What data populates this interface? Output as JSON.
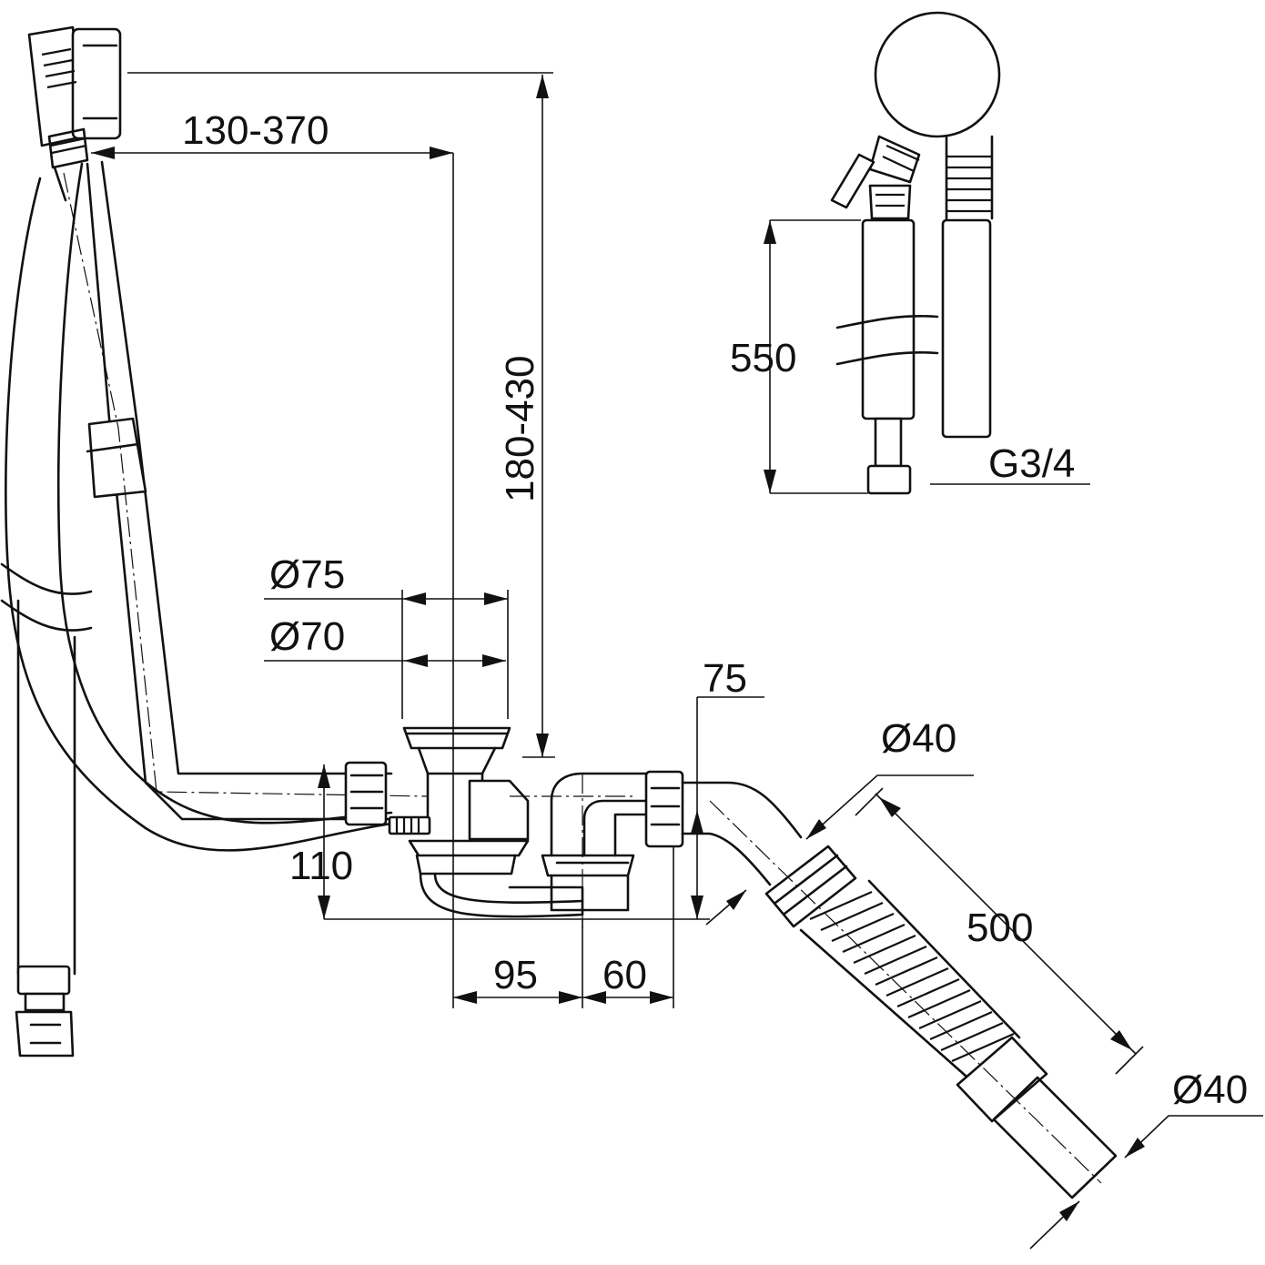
{
  "dimensions": {
    "overflow_reach": "130-370",
    "overflow_height": "180-430",
    "dia_75": "Ø75",
    "dia_70": "Ø70",
    "drain_height": "110",
    "offset_95": "95",
    "offset_60": "60",
    "outlet_75": "75",
    "outlet_dia": "Ø40",
    "hose_length": "500",
    "hose_end_dia": "Ø40",
    "detail_length": "550",
    "detail_thread": "G3/4"
  }
}
